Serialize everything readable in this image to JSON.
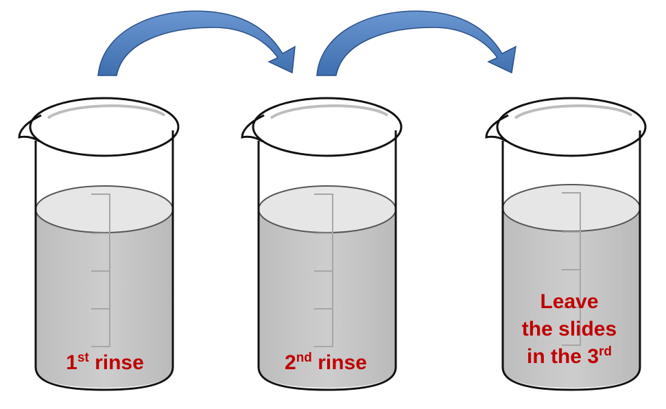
{
  "colors": {
    "arrow": "#4f7fbf",
    "arrow_dark": "#2a4f85",
    "liquid": "#c8c8c8",
    "liquid_top": "#e6e6e6",
    "outline": "#111111",
    "scale": "#a6a6a6",
    "label": "#c00000"
  },
  "icons": [
    "beaker-icon",
    "curved-arrow-icon"
  ],
  "beakers": [
    {
      "label_main": "1",
      "label_sup": "st",
      "label_rest": " rinse"
    },
    {
      "label_main": "2",
      "label_sup": "nd",
      "label_rest": " rinse"
    },
    {
      "lines": [
        "Leave",
        "the slides"
      ],
      "line3_main": "in the 3",
      "line3_sup": "rd"
    }
  ]
}
